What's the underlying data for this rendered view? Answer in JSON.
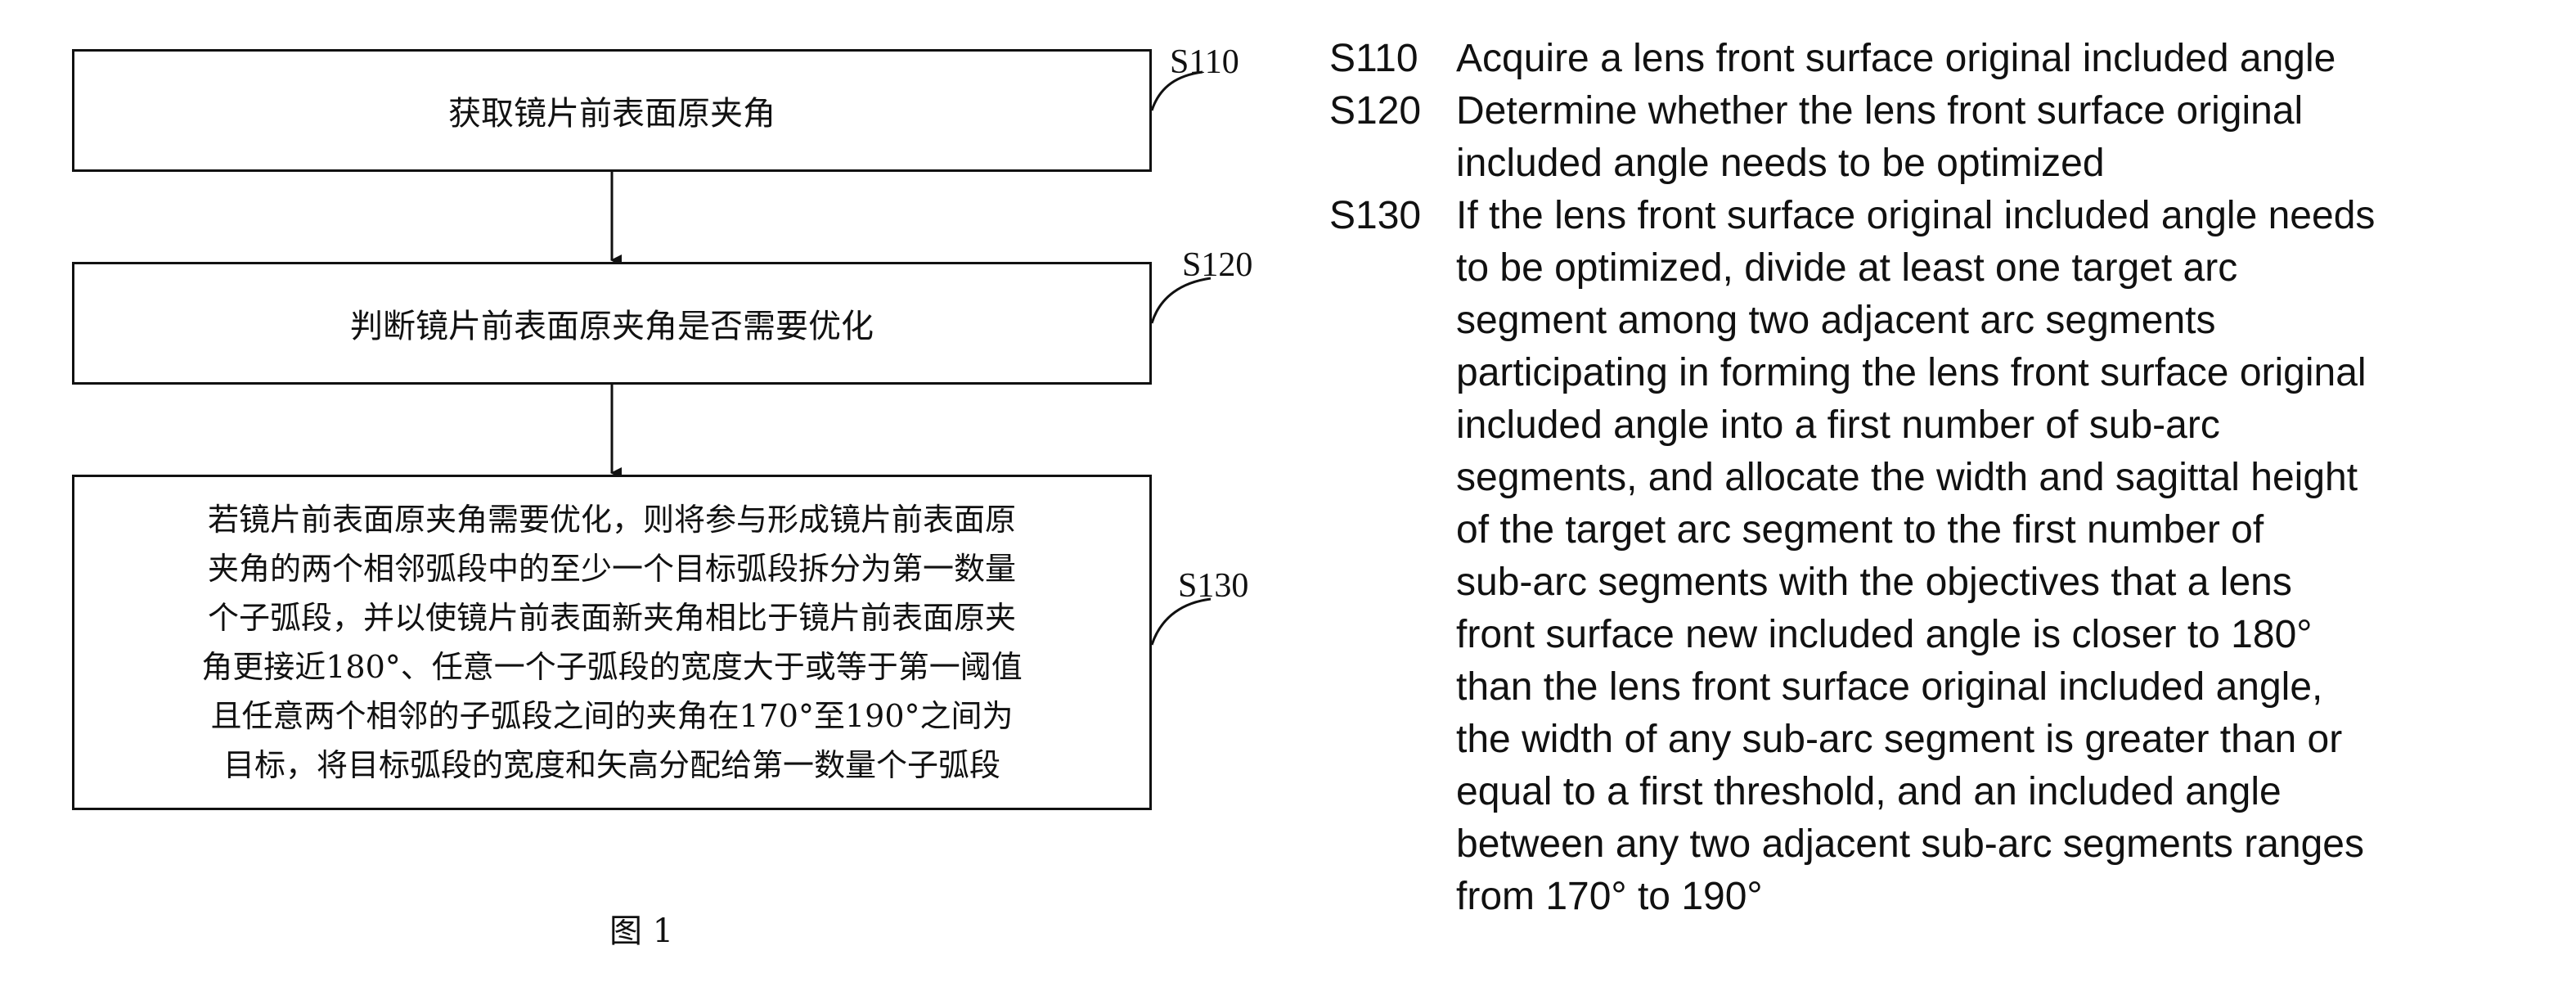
{
  "flowchart": {
    "steps": [
      {
        "id": "S110",
        "text": "获取镜片前表面原夹角"
      },
      {
        "id": "S120",
        "text": "判断镜片前表面原夹角是否需要优化"
      },
      {
        "id": "S130",
        "lines": [
          "若镜片前表面原夹角需要优化，则将参与形成镜片前表面原",
          "夹角的两个相邻弧段中的至少一个目标弧段拆分为第一数量",
          "个子弧段，并以使镜片前表面新夹角相比于镜片前表面原夹",
          "角更接近180°、任意一个子弧段的宽度大于或等于第一阈值",
          "且任意两个相邻的子弧段之间的夹角在170°至190°之间为",
          "目标，将目标弧段的宽度和矢高分配给第一数量个子弧段"
        ]
      }
    ],
    "figure_label": "图 1"
  },
  "legend": [
    {
      "id": "S110",
      "lines": [
        "Acquire a lens front surface original included angle"
      ]
    },
    {
      "id": "S120",
      "lines": [
        "Determine whether the lens front surface original",
        "included angle needs to be optimized"
      ]
    },
    {
      "id": "S130",
      "lines": [
        "If the lens front surface original included angle needs",
        "to be optimized, divide at least one target arc",
        "segment among two adjacent arc segments",
        "participating in forming the lens front surface original",
        "included angle into a first number of sub-arc",
        "segments, and allocate the width and sagittal height",
        "of the target arc segment to the first number of",
        "sub-arc segments with the objectives that a lens",
        "front surface new included angle is closer to 180°",
        "than the lens front surface original included angle,",
        "the width of any sub-arc segment is greater than or",
        "equal to a first threshold, and an included angle",
        "between any two adjacent sub-arc segments ranges",
        "from 170° to 190°"
      ]
    }
  ]
}
